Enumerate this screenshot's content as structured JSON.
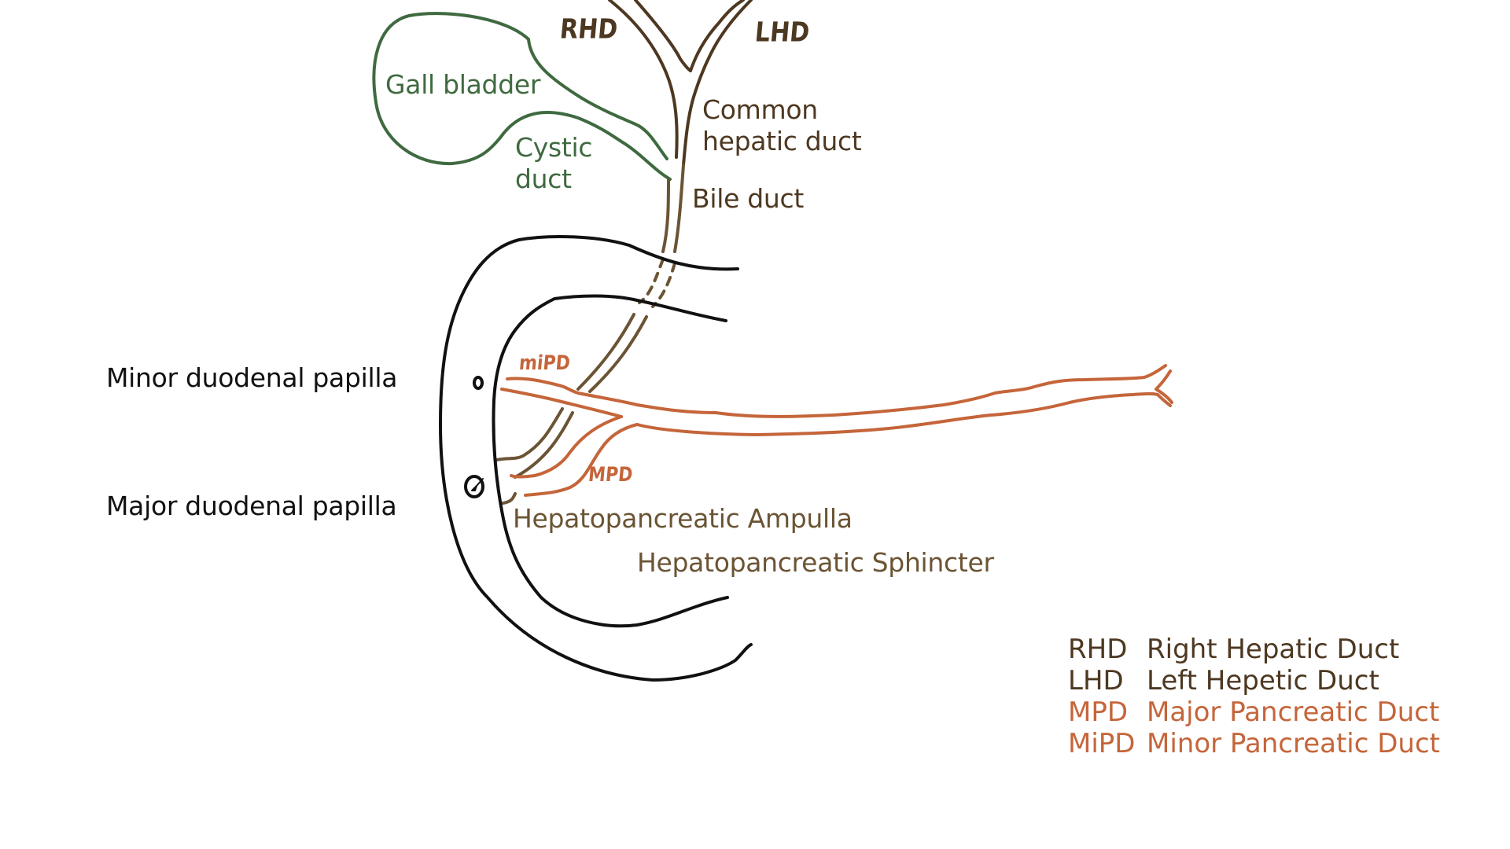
{
  "diagram": {
    "title": "Biliary and pancreatic duct system with duodenum",
    "colors": {
      "gallbladder": "#3f6a40",
      "hepatic_ducts": "#4d3821",
      "bile_duct_lower": "#6b5434",
      "pancreatic_ducts": "#c5653a",
      "duodenum": "#111111"
    },
    "labels": {
      "gall_bladder": "Gall bladder",
      "cystic_duct_line1": "Cystic",
      "cystic_duct_line2": "duct",
      "rhd": "RHD",
      "lhd": "LHD",
      "common_hepatic_line1": "Common",
      "common_hepatic_line2": "hepatic duct",
      "bile_duct": "Bile duct",
      "minor_papilla": "Minor duodenal papilla",
      "major_papilla": "Major duodenal papilla",
      "mipd": "miPD",
      "mpd": "MPD",
      "ampulla": "Hepatopancreatic Ampulla",
      "sphincter": "Hepatopancreatic Sphincter"
    },
    "legend": [
      {
        "abbr": "RHD",
        "meaning": "Right Hepatic Duct",
        "color": "#4d3821"
      },
      {
        "abbr": "LHD",
        "meaning": "Left Hepetic Duct",
        "color": "#4d3821"
      },
      {
        "abbr": "MPD",
        "meaning": "Major Pancreatic Duct",
        "color": "#c5653a"
      },
      {
        "abbr": "MiPD",
        "meaning": "Minor Pancreatic Duct",
        "color": "#c5653a"
      }
    ],
    "cursor": "pen-cursor-icon"
  }
}
